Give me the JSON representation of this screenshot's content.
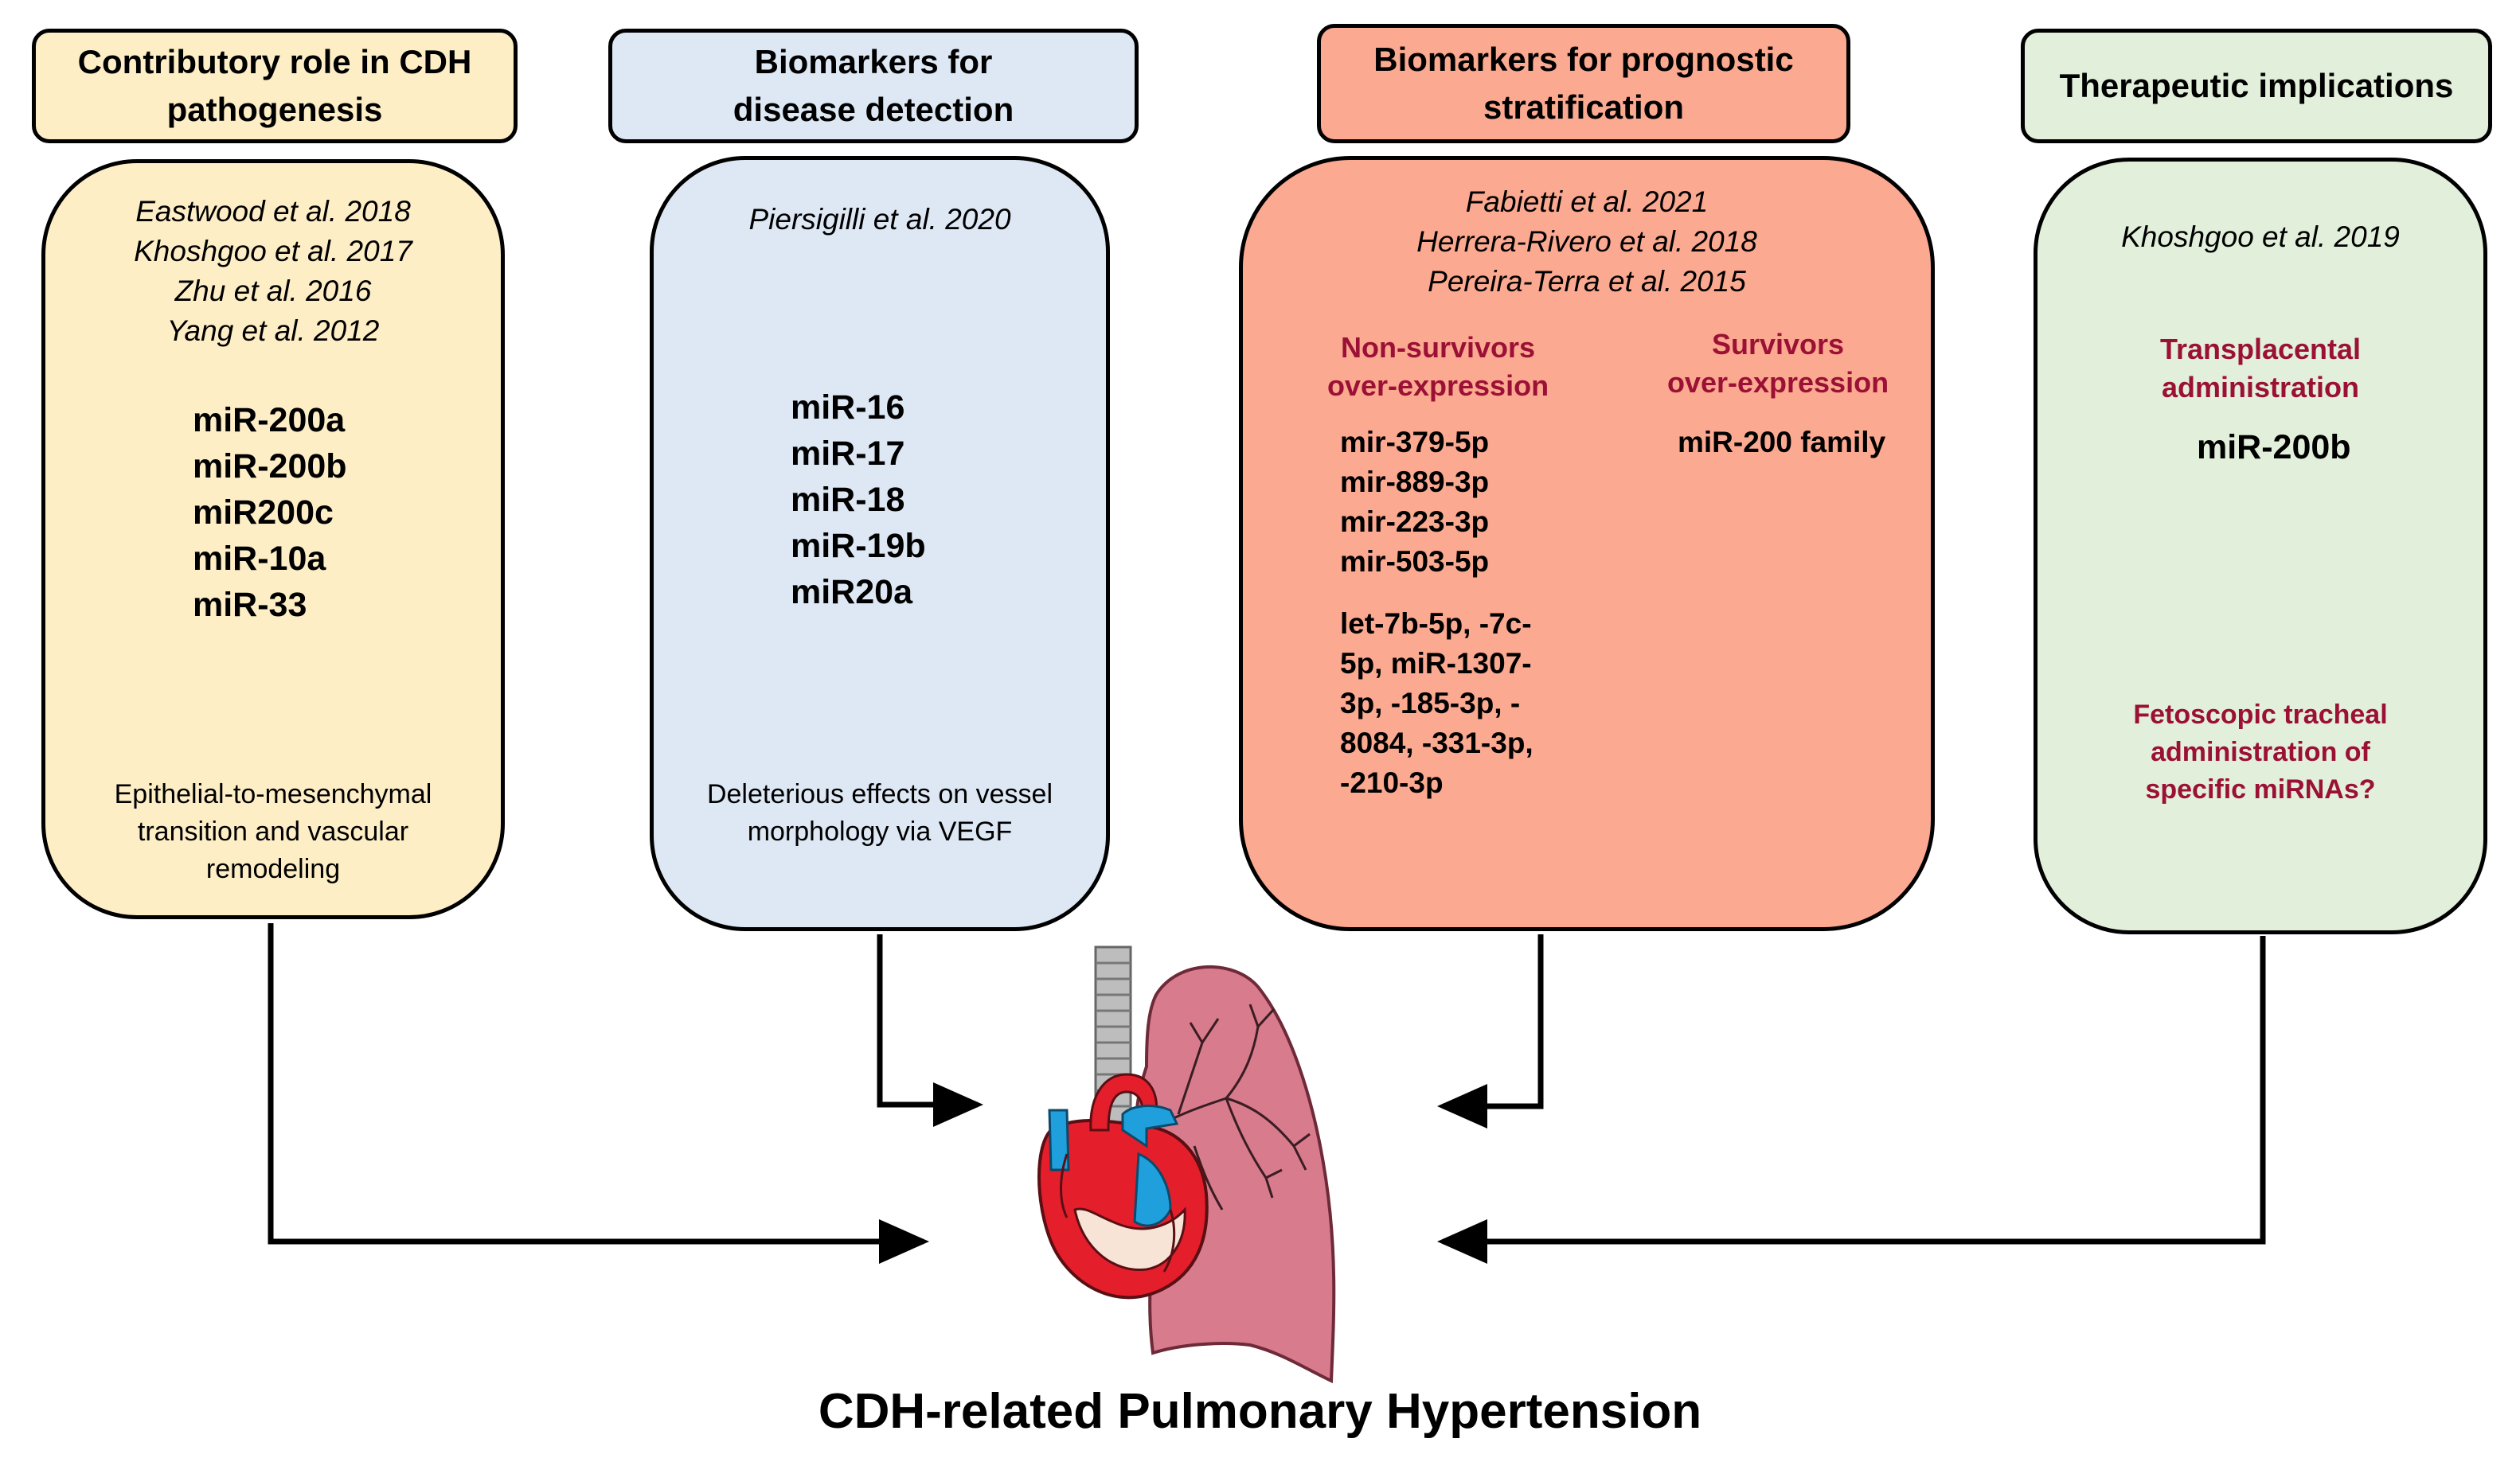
{
  "columns": [
    {
      "header": "Contributory role in CDH\npathogenesis",
      "references": "Eastwood et al. 2018\nKhoshgoo et al. 2017\nZhu et al. 2016\nYang et al. 2012",
      "mirnas": "miR-200a\nmiR-200b\nmiR200c\nmiR-10a\nmiR-33",
      "description": "Epithelial-to-mesenchymal\ntransition and vascular\nremodeling",
      "colors": {
        "fill": "#fdeec6",
        "header_fill": "#fdeec6"
      }
    },
    {
      "header": "Biomarkers for\ndisease detection",
      "references": "Piersigilli et al. 2020",
      "mirnas": "miR-16\nmiR-17\nmiR-18\nmiR-19b\nmiR20a",
      "description": "Deleterious effects on vessel\nmorphology via VEGF",
      "colors": {
        "fill": "#dde8f4",
        "header_fill": "#dde8f4"
      }
    },
    {
      "header": "Biomarkers for prognostic\nstratification",
      "references": "Fabietti et al. 2021\nHerrera-Rivero et al. 2018\nPereira-Terra et al. 2015",
      "non_survivors": {
        "label": "Non-survivors\nover-expression",
        "mirnas": "mir-379-5p\nmir-889-3p\nmir-223-3p\nmir-503-5p",
        "extra": "let-7b-5p, -7c-\n5p, miR-1307-\n3p, -185-3p, -\n8084, -331-3p,\n-210-3p"
      },
      "survivors": {
        "label": "Survivors\nover-expression",
        "mirnas": "miR-200 family"
      },
      "colors": {
        "fill": "#fba990",
        "header_fill": "#fba990"
      }
    },
    {
      "header": "Therapeutic implications",
      "references": "Khoshgoo et al. 2019",
      "transplacental": {
        "label": "Transplacental\nadministration",
        "mirna": "miR-200b"
      },
      "fetoscopic": "Fetoscopic tracheal\nadministration of\nspecific miRNAs?",
      "colors": {
        "fill": "#e2efda",
        "header_fill": "#e2efda"
      }
    }
  ],
  "title": "CDH-related Pulmonary Hypertension",
  "illustration": {
    "name": "heart-lung-icon",
    "colors": {
      "lung": "#d77b8d",
      "lung_outline": "#6e2a38",
      "heart_red": "#e41e2b",
      "heart_blue": "#1fa0dc",
      "trachea": "#b9b9b9"
    }
  }
}
